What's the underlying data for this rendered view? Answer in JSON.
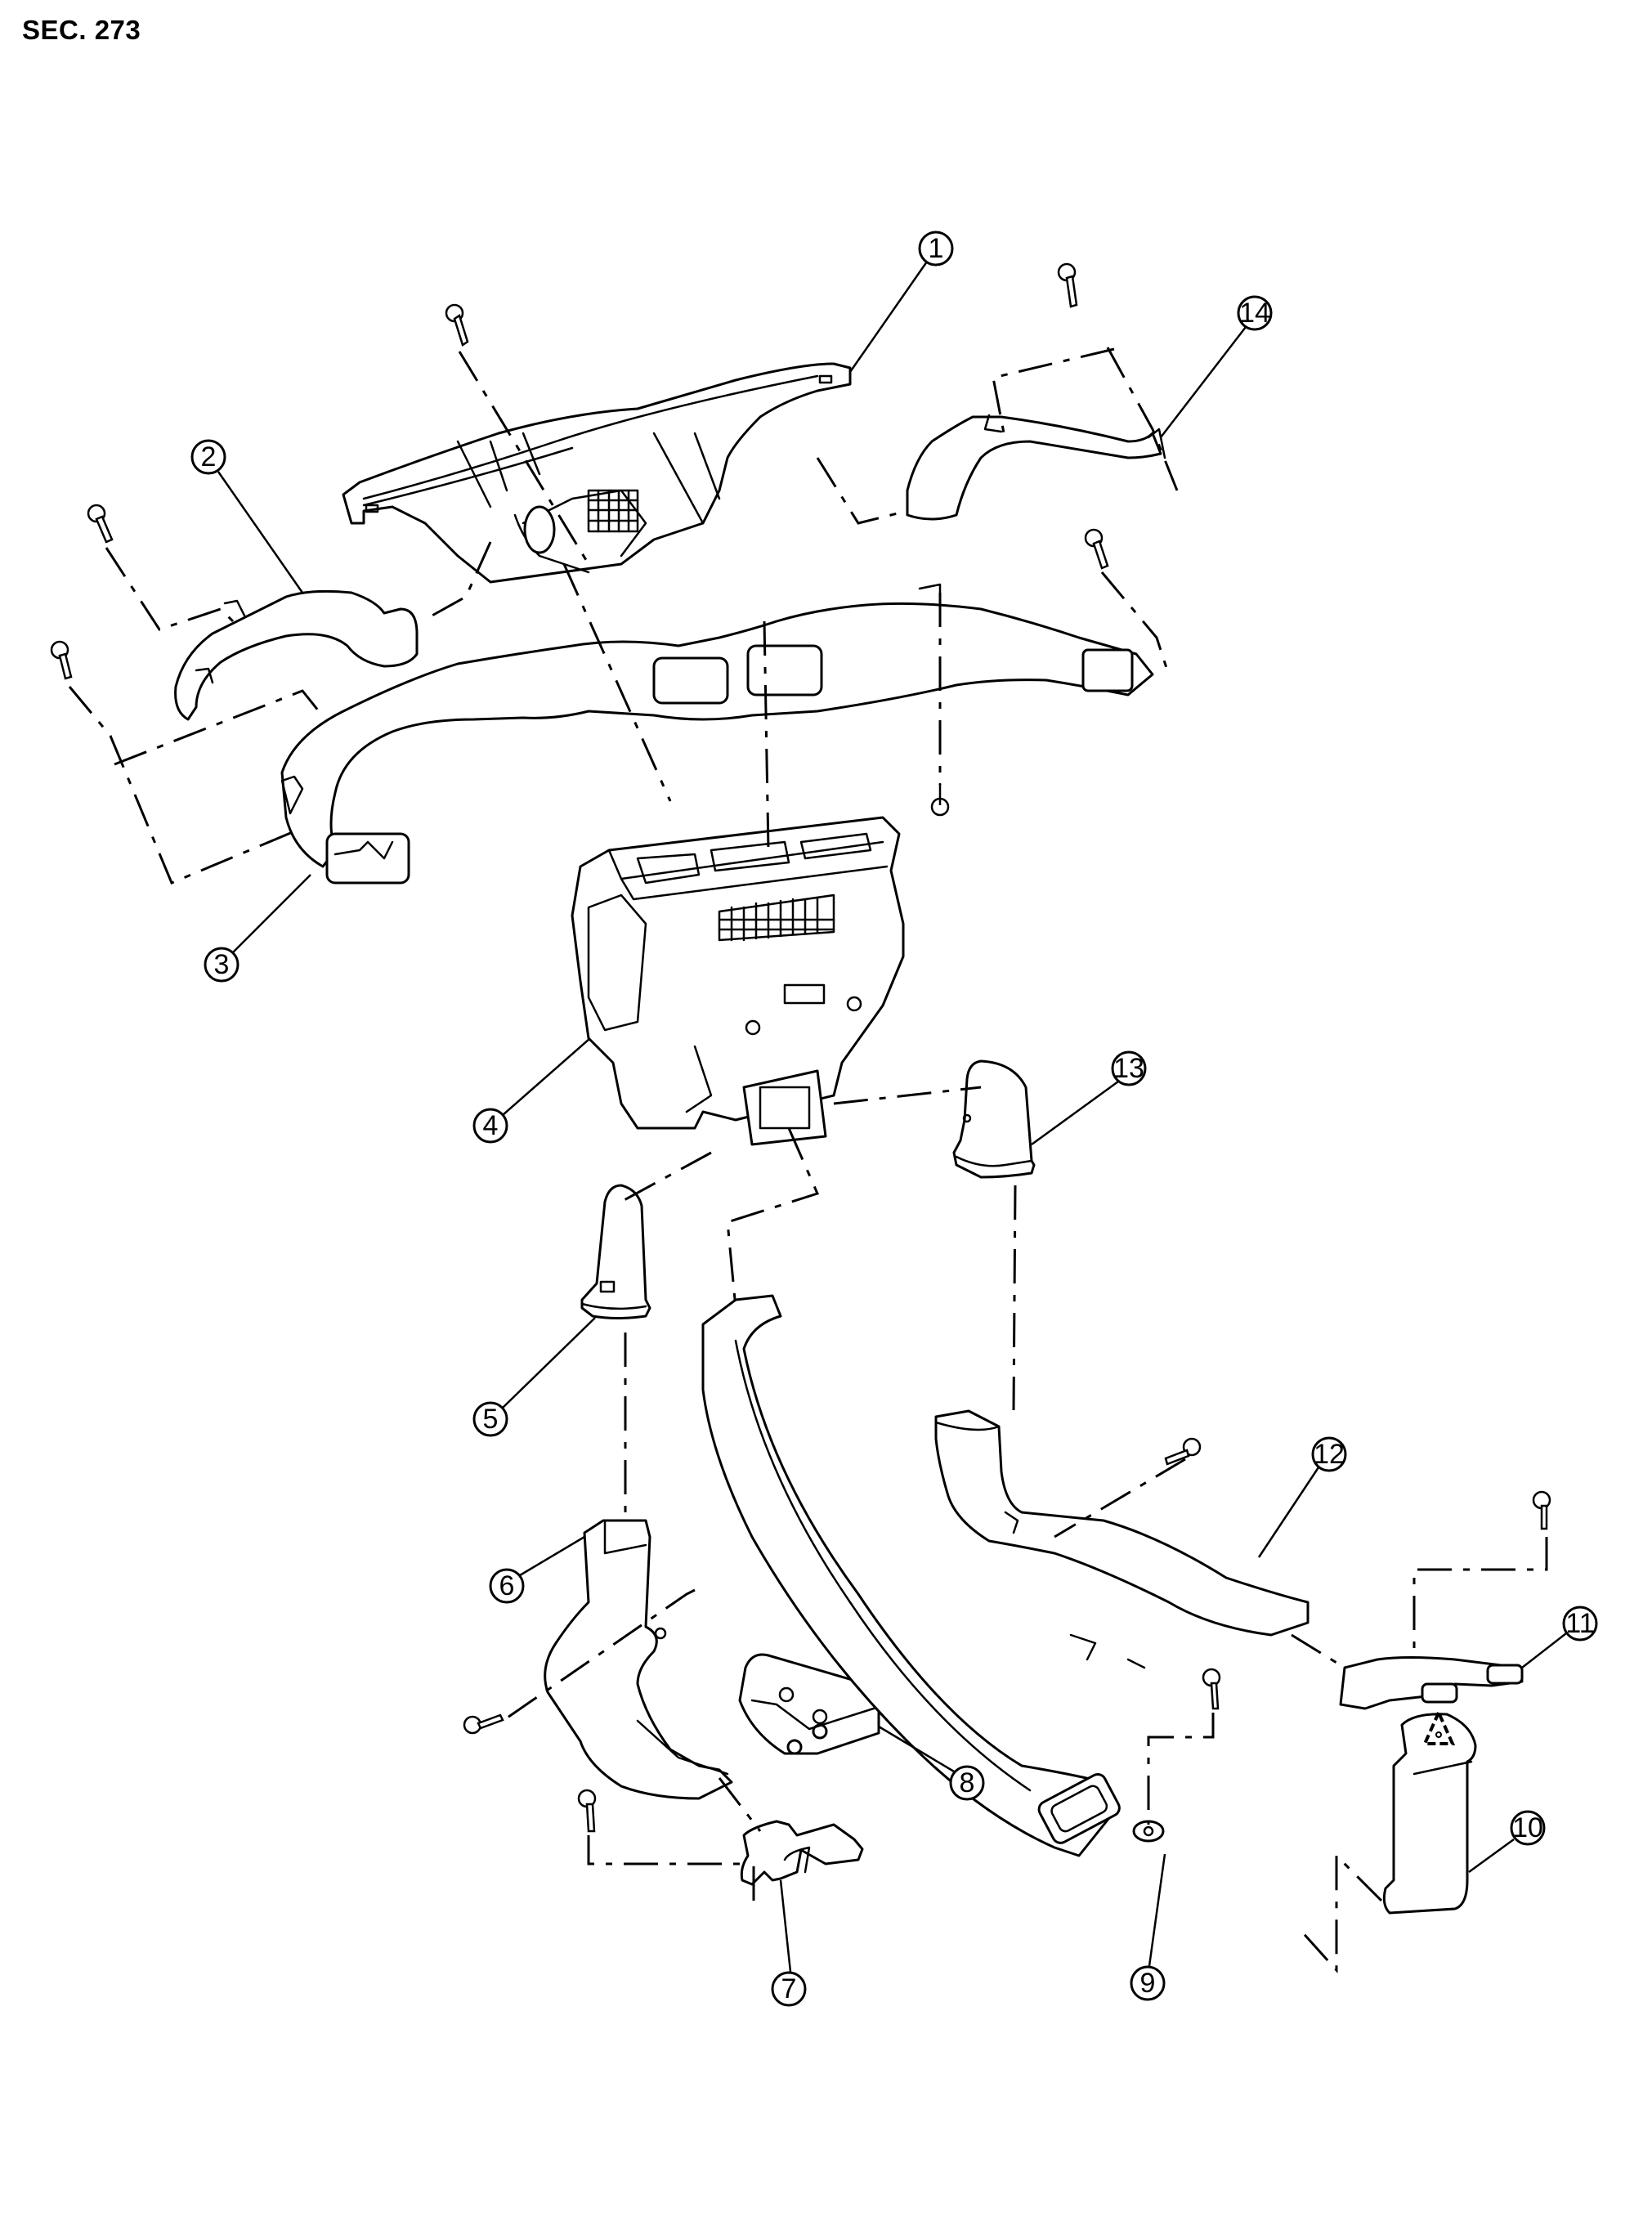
{
  "header": {
    "section": "SEC. 273"
  },
  "callouts": [
    {
      "id": "1"
    },
    {
      "id": "2"
    },
    {
      "id": "3"
    },
    {
      "id": "4"
    },
    {
      "id": "5"
    },
    {
      "id": "6"
    },
    {
      "id": "7"
    },
    {
      "id": "8"
    },
    {
      "id": "9"
    },
    {
      "id": "10"
    },
    {
      "id": "11"
    },
    {
      "id": "12"
    },
    {
      "id": "13"
    },
    {
      "id": "14"
    }
  ],
  "symbols": {
    "triangle_mark": "warning-triangle-icon"
  },
  "colors": {
    "ink": "#000000",
    "paper": "#ffffff"
  }
}
